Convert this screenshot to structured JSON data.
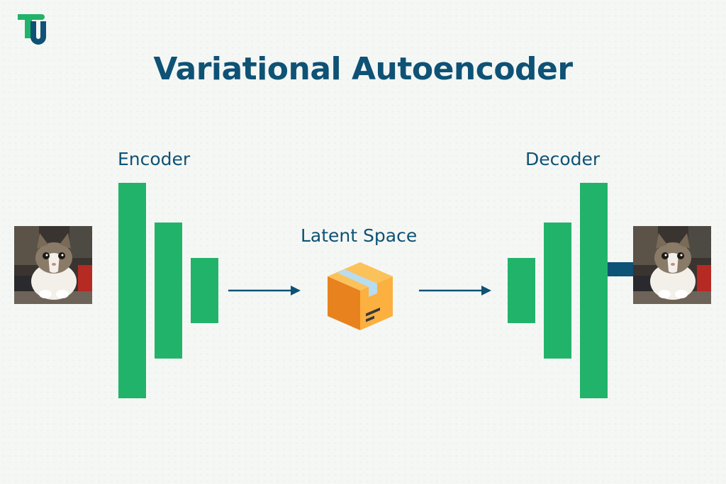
{
  "title": "Variational Autoencoder",
  "labels": {
    "encoder": "Encoder",
    "latent": "Latent Space",
    "decoder": "Decoder"
  },
  "colors": {
    "title": "#0e5275",
    "bars": "#22b36b",
    "arrows": "#0e5275",
    "box_light": "#fbb040",
    "box_dark": "#e8821e",
    "tape": "#b9dcee",
    "background": "#f5f7f5"
  },
  "icons": {
    "logo": "tu-logo",
    "latent": "package-box-icon",
    "input_image": "cat-photo",
    "output_image": "cat-photo"
  }
}
